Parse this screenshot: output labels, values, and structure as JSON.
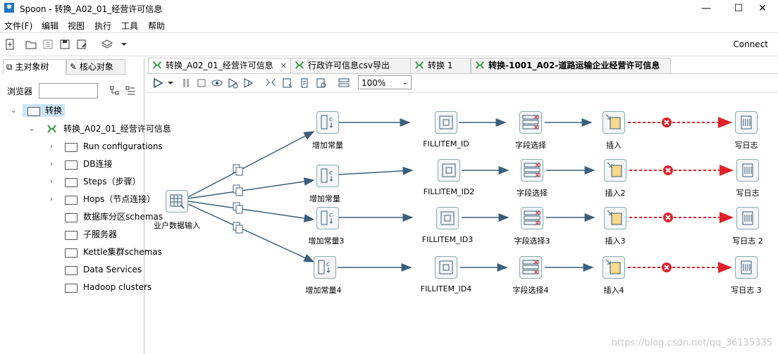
{
  "window": {
    "title": "Spoon - 转换_A02_01_经营许可信息",
    "minimize": "—",
    "maximize": "☐",
    "close": "✕"
  },
  "menu": [
    "文件(F)",
    "编辑",
    "视图",
    "执行",
    "工具",
    "帮助"
  ],
  "toolbar": {
    "connect_label": "Connect"
  },
  "left_panel": {
    "tabs": [
      "主对象树",
      "核心对象"
    ],
    "browser_label": "浏览器",
    "search_value": "",
    "tree": [
      {
        "label": "转换",
        "level": 0,
        "expanded": true,
        "selected": true
      },
      {
        "label": "转换_A02_01_经营许可信息",
        "level": 1,
        "expanded": true
      },
      {
        "label": "Run configurations",
        "level": 2
      },
      {
        "label": "DB连接",
        "level": 2
      },
      {
        "label": "Steps（步骤）",
        "level": 2
      },
      {
        "label": "Hops（节点连接）",
        "level": 2
      },
      {
        "label": "数据库分区schemas",
        "level": 2
      },
      {
        "label": "子服务器",
        "level": 2
      },
      {
        "label": "Kettle集群schemas",
        "level": 2
      },
      {
        "label": "Data Services",
        "level": 2
      },
      {
        "label": "Hadoop clusters",
        "level": 2
      }
    ]
  },
  "tabs": [
    {
      "label": "转换_A02_01_经营许可信息",
      "active": true,
      "closable": true
    },
    {
      "label": "行政许可信息csv导出",
      "active": false
    },
    {
      "label": "转换 1",
      "active": false
    },
    {
      "label": "转换-1001_A02-道路运输企业经营许可信息",
      "active": false
    }
  ],
  "zoom": "100%",
  "steps": {
    "input": "业户数据输入",
    "rows": [
      [
        "增加常量",
        "FILLITEM_ID",
        "字段选择",
        "插入",
        "写日志"
      ],
      [
        "增加常量",
        "FILLITEM_ID2",
        "字段选择",
        "插入2",
        "写日志"
      ],
      [
        "增加常量3",
        "FILLITEM_ID3",
        "字段选择3",
        "插入3",
        "写日志 2"
      ],
      [
        "增加常量4",
        "FILLITEM_ID4",
        "字段选择4",
        "插入4",
        "写日志 3"
      ]
    ]
  },
  "watermark": "https://blog.csdn.net/qq_36135335",
  "colors": {
    "hop": "#3b5f7a",
    "error_hop": "#e0202a",
    "step_green": "#2a9a3a"
  }
}
